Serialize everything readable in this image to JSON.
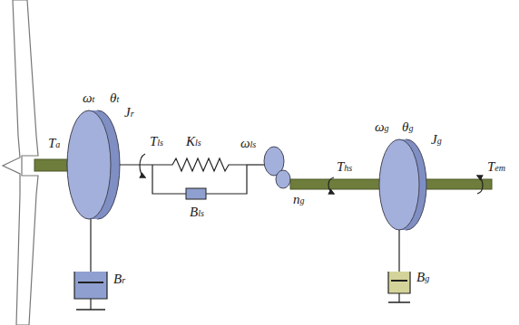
{
  "diagram": {
    "labels": [
      "Ta",
      "ωt",
      "θt",
      "Jr",
      "Tls",
      "Kls",
      "ωls",
      "Bls",
      "ng",
      "ωg",
      "θg",
      "Jg",
      "Ths",
      "Tem",
      "Br",
      "Bg"
    ]
  }
}
